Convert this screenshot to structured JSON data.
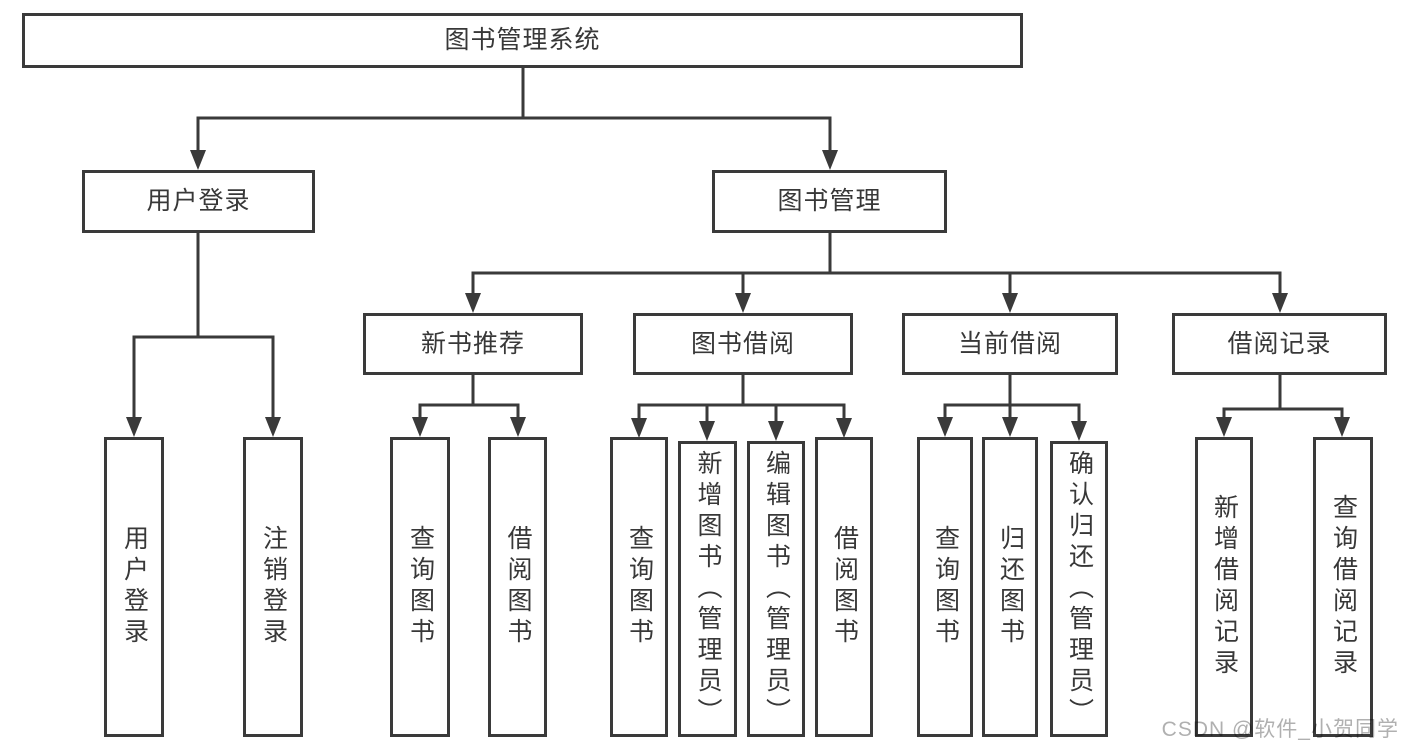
{
  "diagram": {
    "title": "图书管理系统",
    "watermark": "CSDN @软件_小贺同学",
    "colors": {
      "line": "#3a3a3a",
      "text": "#383838",
      "background": "#ffffff",
      "watermark": "#b0b0b0"
    },
    "nodes": [
      {
        "id": "root",
        "label": "图书管理系统",
        "parent": null
      },
      {
        "id": "user-login",
        "label": "用户登录",
        "parent": "root"
      },
      {
        "id": "book-mgmt",
        "label": "图书管理",
        "parent": "root"
      },
      {
        "id": "new-book-rec",
        "label": "新书推荐",
        "parent": "book-mgmt"
      },
      {
        "id": "book-borrow",
        "label": "图书借阅",
        "parent": "book-mgmt"
      },
      {
        "id": "current-borrow",
        "label": "当前借阅",
        "parent": "book-mgmt"
      },
      {
        "id": "borrow-record",
        "label": "借阅记录",
        "parent": "book-mgmt"
      },
      {
        "id": "leaf-user-login",
        "label": "用户登录",
        "parent": "user-login"
      },
      {
        "id": "leaf-logout",
        "label": "注销登录",
        "parent": "user-login"
      },
      {
        "id": "leaf-nbr-query",
        "label": "查询图书",
        "parent": "new-book-rec"
      },
      {
        "id": "leaf-nbr-borrow",
        "label": "借阅图书",
        "parent": "new-book-rec"
      },
      {
        "id": "leaf-bb-query",
        "label": "查询图书",
        "parent": "book-borrow"
      },
      {
        "id": "leaf-bb-add",
        "label": "新增图书（管理员）",
        "parent": "book-borrow"
      },
      {
        "id": "leaf-bb-edit",
        "label": "编辑图书（管理员）",
        "parent": "book-borrow"
      },
      {
        "id": "leaf-bb-borrow",
        "label": "借阅图书",
        "parent": "book-borrow"
      },
      {
        "id": "leaf-cb-query",
        "label": "查询图书",
        "parent": "current-borrow"
      },
      {
        "id": "leaf-cb-return",
        "label": "归还图书",
        "parent": "current-borrow"
      },
      {
        "id": "leaf-cb-confirm",
        "label": "确认归还（管理员）",
        "parent": "current-borrow"
      },
      {
        "id": "leaf-br-add",
        "label": "新增借阅记录",
        "parent": "borrow-record"
      },
      {
        "id": "leaf-br-query",
        "label": "查询借阅记录",
        "parent": "borrow-record"
      }
    ]
  }
}
